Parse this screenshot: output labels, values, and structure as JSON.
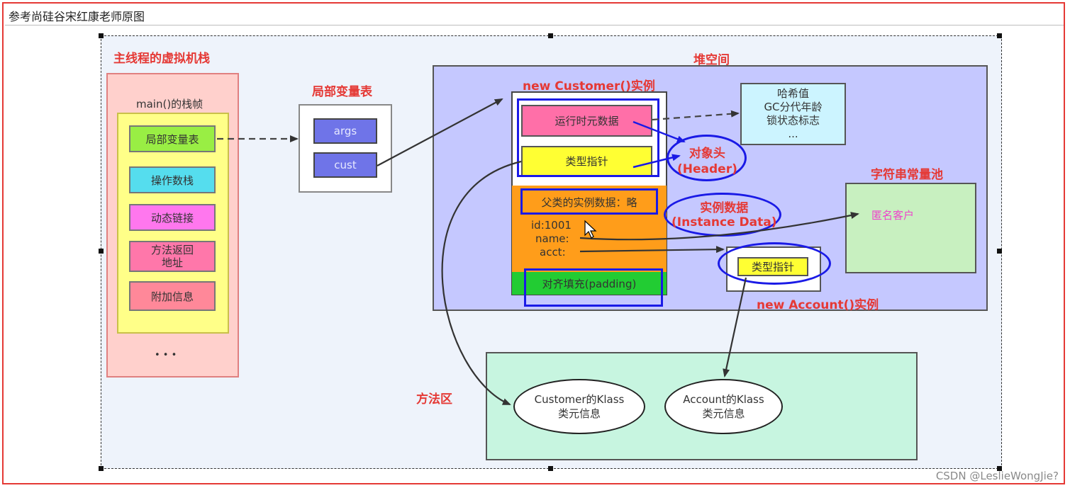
{
  "window": {
    "title": "参考尚硅谷宋红康老师原图"
  },
  "stack": {
    "label": "主线程的虚拟机栈",
    "frame_label": "main()的栈帧",
    "items": [
      "局部变量表",
      "操作数栈",
      "动态链接",
      "方法返回\n地址",
      "附加信息"
    ],
    "ellipsis": "• • •"
  },
  "locals": {
    "label": "局部变量表",
    "vars": [
      "args",
      "cust"
    ]
  },
  "heap": {
    "label": "堆空间",
    "customer_label": "new Customer()实例",
    "runtime_meta": "运行时元数据",
    "type_pointer": "类型指针",
    "parent_data": "父类的实例数据：略",
    "fields": [
      "id:1001",
      "name:",
      "acct:"
    ],
    "padding": "对齐填充(padding)",
    "header_note": "对象头\n(Header)",
    "instance_note": "实例数据\n(Instance Data)",
    "meta_info": [
      "哈希值",
      "GC分代年龄",
      "锁状态标志",
      "..."
    ],
    "string_pool_label": "字符串常量池",
    "string_value": "匿名客户",
    "account_type_pointer": "类型指针",
    "account_label": "new Account()实例"
  },
  "method_area": {
    "label": "方法区",
    "customer_klass": "Customer的Klass\n类元信息",
    "account_klass": "Account的Klass\n类元信息"
  },
  "watermark": "CSDN @LeslieWongJie?",
  "colors": {
    "frame": "#e53935",
    "stack_bg": "#ffd0cc",
    "frame_bg": "#ffff88",
    "heap_bg": "#c5c8ff",
    "string_pool_bg": "#c8f0c0",
    "method_bg": "#c7f5e0",
    "locals_item": "#6f74e8",
    "header_runtime": "#ff6fa8",
    "header_type": "#ffff33",
    "instance_data": "#ff9d1a",
    "padding": "#22cc33",
    "meta_bg": "#ccf4ff",
    "highlight": "#1a1ae6",
    "label_red": "#e53935"
  }
}
